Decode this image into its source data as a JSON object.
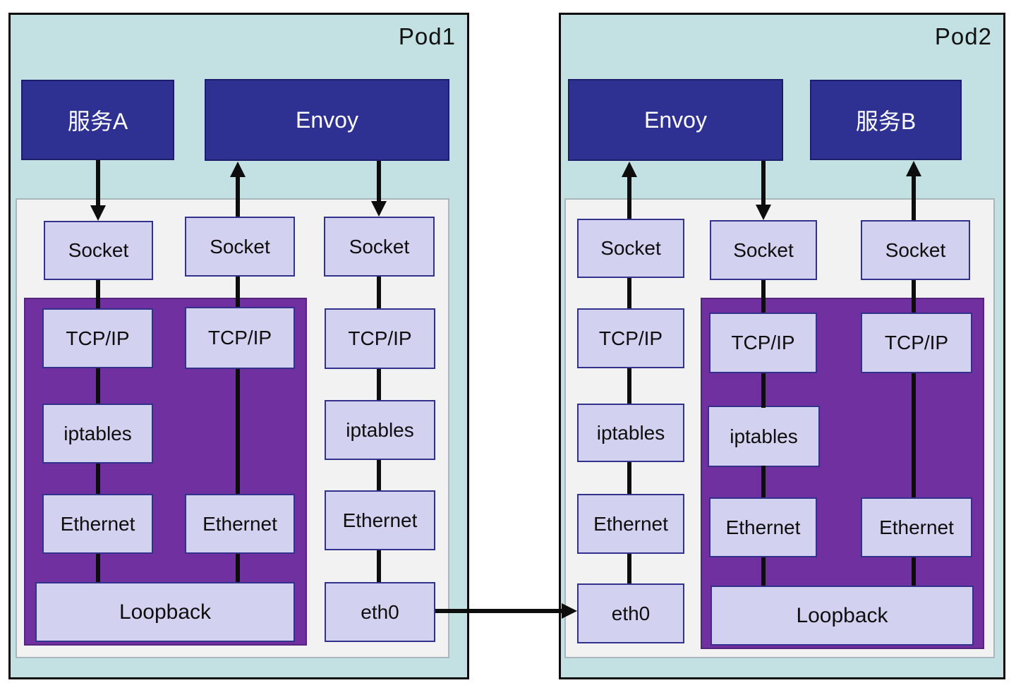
{
  "colors": {
    "pod_bg": "#c3e1e2",
    "panel_bg": "#f2f2f3",
    "purple": "#7030a0",
    "node_bg": "#d2d2f0",
    "node_border": "#32328c",
    "dark_blue": "#2e3192",
    "line": "#0d0d0d"
  },
  "pod1": {
    "title": "Pod1",
    "service_a": "服务A",
    "envoy": "Envoy",
    "col1": {
      "socket": "Socket",
      "tcpip": "TCP/IP",
      "iptables": "iptables",
      "ethernet": "Ethernet"
    },
    "col2": {
      "socket": "Socket",
      "tcpip": "TCP/IP",
      "ethernet": "Ethernet"
    },
    "col3": {
      "socket": "Socket",
      "tcpip": "TCP/IP",
      "iptables": "iptables",
      "ethernet": "Ethernet",
      "eth0": "eth0"
    },
    "loopback": "Loopback"
  },
  "pod2": {
    "title": "Pod2",
    "envoy": "Envoy",
    "service_b": "服务B",
    "col1": {
      "socket": "Socket",
      "tcpip": "TCP/IP",
      "iptables": "iptables",
      "ethernet": "Ethernet",
      "eth0": "eth0"
    },
    "col2": {
      "socket": "Socket",
      "tcpip": "TCP/IP",
      "iptables": "iptables",
      "ethernet": "Ethernet"
    },
    "col3": {
      "socket": "Socket",
      "tcpip": "TCP/IP",
      "ethernet": "Ethernet"
    },
    "loopback": "Loopback"
  }
}
